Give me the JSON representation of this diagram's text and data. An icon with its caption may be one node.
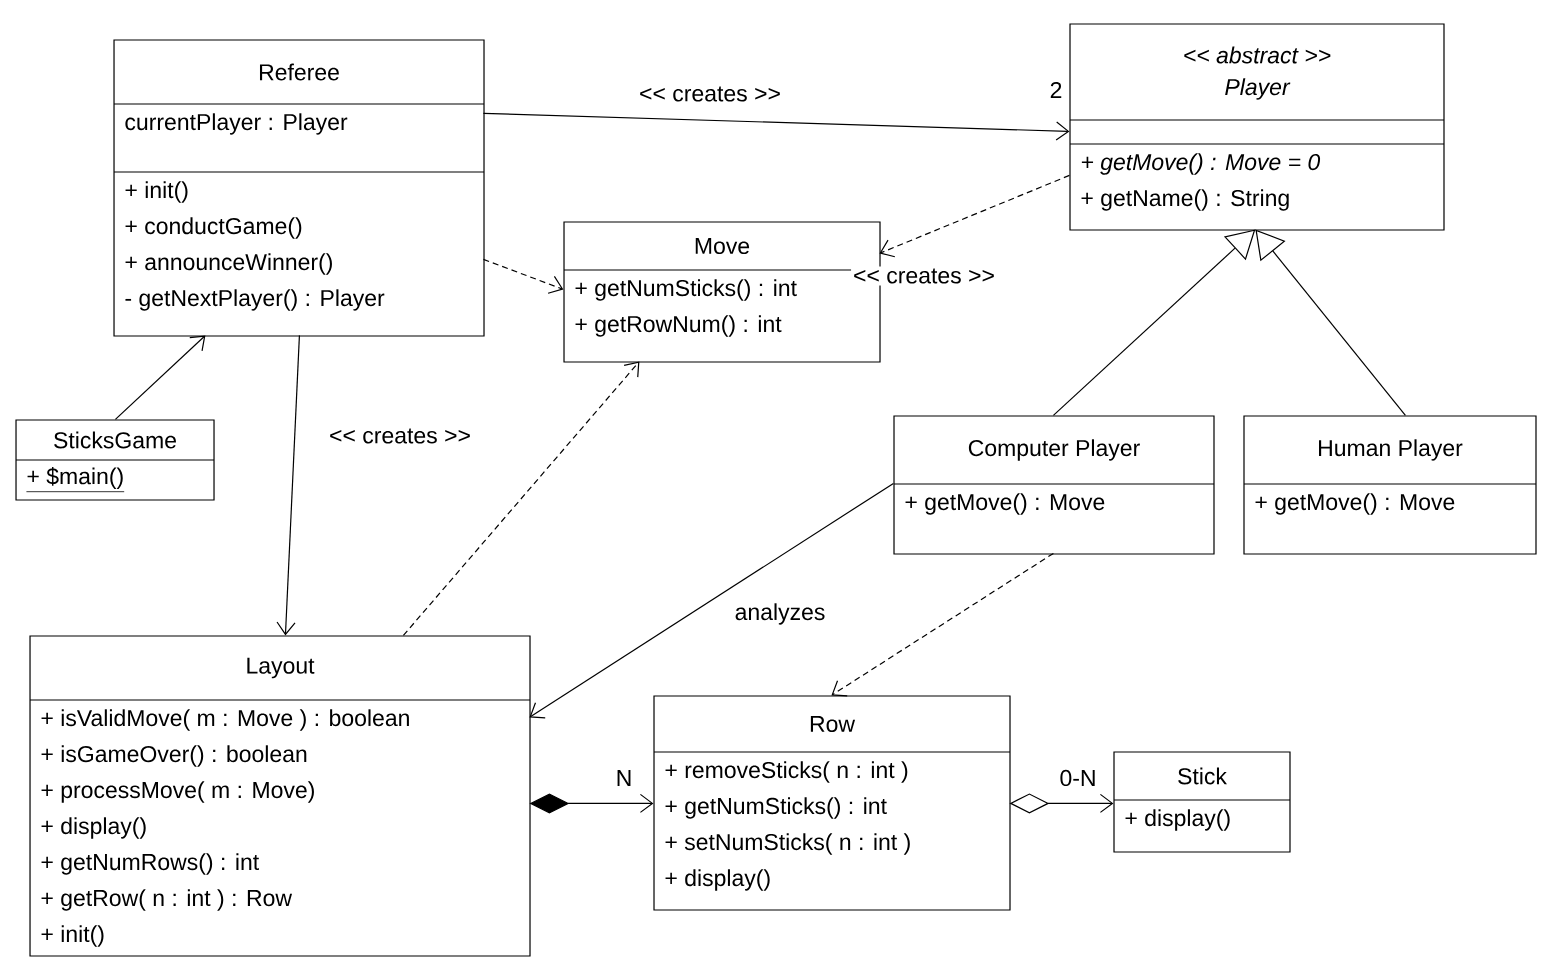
{
  "diagram": {
    "nodes": [
      {
        "text": [
          "Referee",
          "currentPlayer : Player",
          "+ init()",
          "+ conductGame()",
          "+ announceWinner()",
          "- getNextPlayer() : Player"
        ]
      },
      {
        "text": [
          "<< abstract >>",
          "Player",
          "+ getMove() : Move = 0",
          "+ getName() : String"
        ]
      },
      {
        "text": [
          "Move",
          "+ getNumSticks() : int",
          "+ getRowNum() : int"
        ]
      },
      {
        "text": [
          "SticksGame",
          "+ $main()"
        ]
      },
      {
        "text": [
          "Computer Player",
          "+ getMove() : Move"
        ]
      },
      {
        "text": [
          "Human Player",
          "+ getMove() : Move"
        ]
      },
      {
        "text": [
          "Layout",
          "+ isValidMove( m : Move ) : boolean",
          "+ isGameOver() : boolean",
          "+ processMove( m : Move)",
          "+ display()",
          "+ getNumRows() : int",
          "+ getRow( n : int ) : Row",
          "+ init()"
        ]
      },
      {
        "text": [
          "Row",
          "+ removeSticks( n : int )",
          "+ getNumSticks() : int",
          "+ setNumSticks( n : int )",
          "+ display()"
        ]
      },
      {
        "text": [
          "Stick",
          "+ display()"
        ]
      }
    ],
    "edges": [
      {
        "from": 0,
        "to": 1,
        "arrow": "to",
        "label": "<< creates >>"
      },
      {
        "from": 0,
        "to": 2,
        "arrow": "to",
        "style": "dashed"
      },
      {
        "from": 1,
        "to": 2,
        "arrow": "to",
        "style": "dashed",
        "label": "<< creates >>"
      },
      {
        "from": 3,
        "to": 0,
        "arrow": "to"
      },
      {
        "from": 0,
        "to": 6,
        "arrow": "to",
        "label": "<< creates >>"
      },
      {
        "from": 6,
        "to": 2,
        "arrow": "to",
        "style": "dashed"
      },
      {
        "from": 4,
        "to": 1,
        "arrow": "to"
      },
      {
        "from": 5,
        "to": 1,
        "arrow": "to"
      },
      {
        "from": 4,
        "to": 6,
        "arrow": "to",
        "label": "analyzes"
      },
      {
        "from": 4,
        "to": 7,
        "arrow": "to",
        "style": "dashed"
      },
      {
        "from": 6,
        "to": 7,
        "arrow": "to"
      },
      {
        "from": 7,
        "to": 8,
        "arrow": "to"
      }
    ],
    "labels": [
      "2",
      "N",
      "0-N"
    ]
  }
}
